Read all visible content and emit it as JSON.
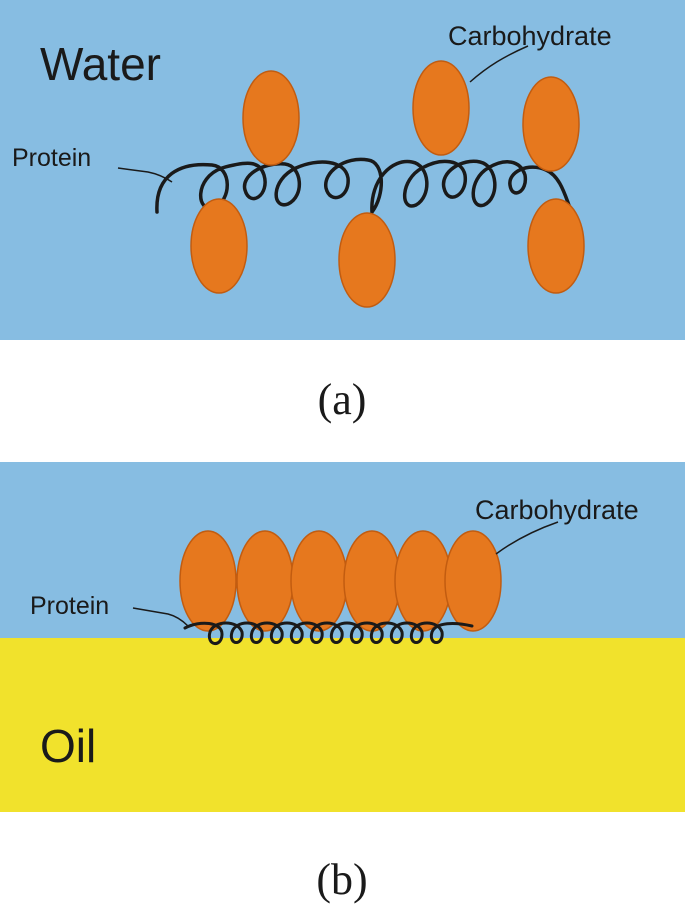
{
  "colors": {
    "water": "#87bde2",
    "oil": "#f1e22c",
    "carbohydrate": "#e6781e",
    "carbohydrate_outline": "#c25c10",
    "protein": "#1a1a1a",
    "text": "#1a1a1a"
  },
  "panel_a": {
    "medium_label": "Water",
    "carbohydrate_label": "Carbohydrate",
    "protein_label": "Protein",
    "caption": "(a)"
  },
  "panel_b": {
    "medium_top_label": "",
    "medium_bottom_label": "Oil",
    "carbohydrate_label": "Carbohydrate",
    "protein_label": "Protein",
    "caption": "(b)"
  }
}
